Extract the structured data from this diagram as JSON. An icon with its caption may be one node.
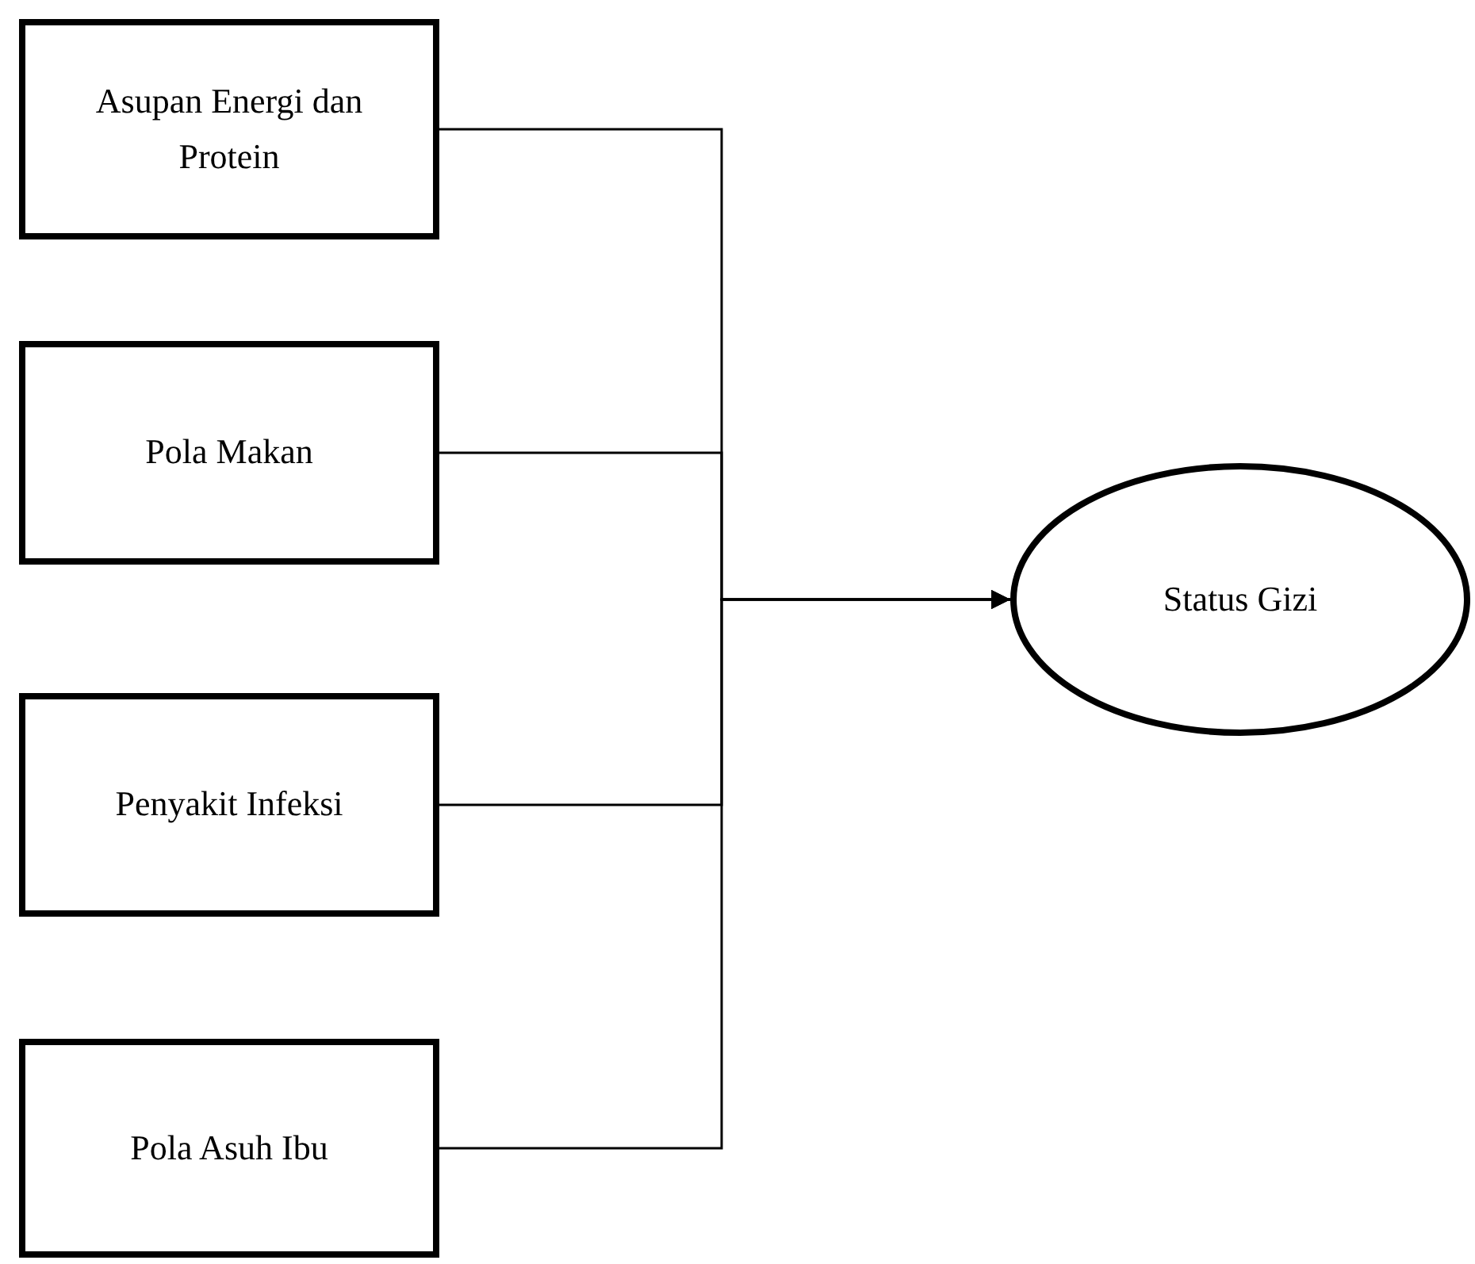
{
  "diagram": {
    "nodes": [
      {
        "text": [
          "Asupan Energi dan Protein"
        ]
      },
      {
        "text": [
          "Pola Makan"
        ]
      },
      {
        "text": [
          "Penyakit Infeksi"
        ]
      },
      {
        "text": [
          "Pola Asuh Ibu"
        ]
      },
      {
        "text": [
          "Status Gizi"
        ]
      }
    ],
    "edges": [
      {
        "from": 0,
        "to": 4,
        "arrow": "to"
      },
      {
        "from": 1,
        "to": 4,
        "arrow": "to"
      },
      {
        "from": 2,
        "to": 4,
        "arrow": "to"
      },
      {
        "from": 3,
        "to": 4,
        "arrow": "to"
      }
    ]
  }
}
